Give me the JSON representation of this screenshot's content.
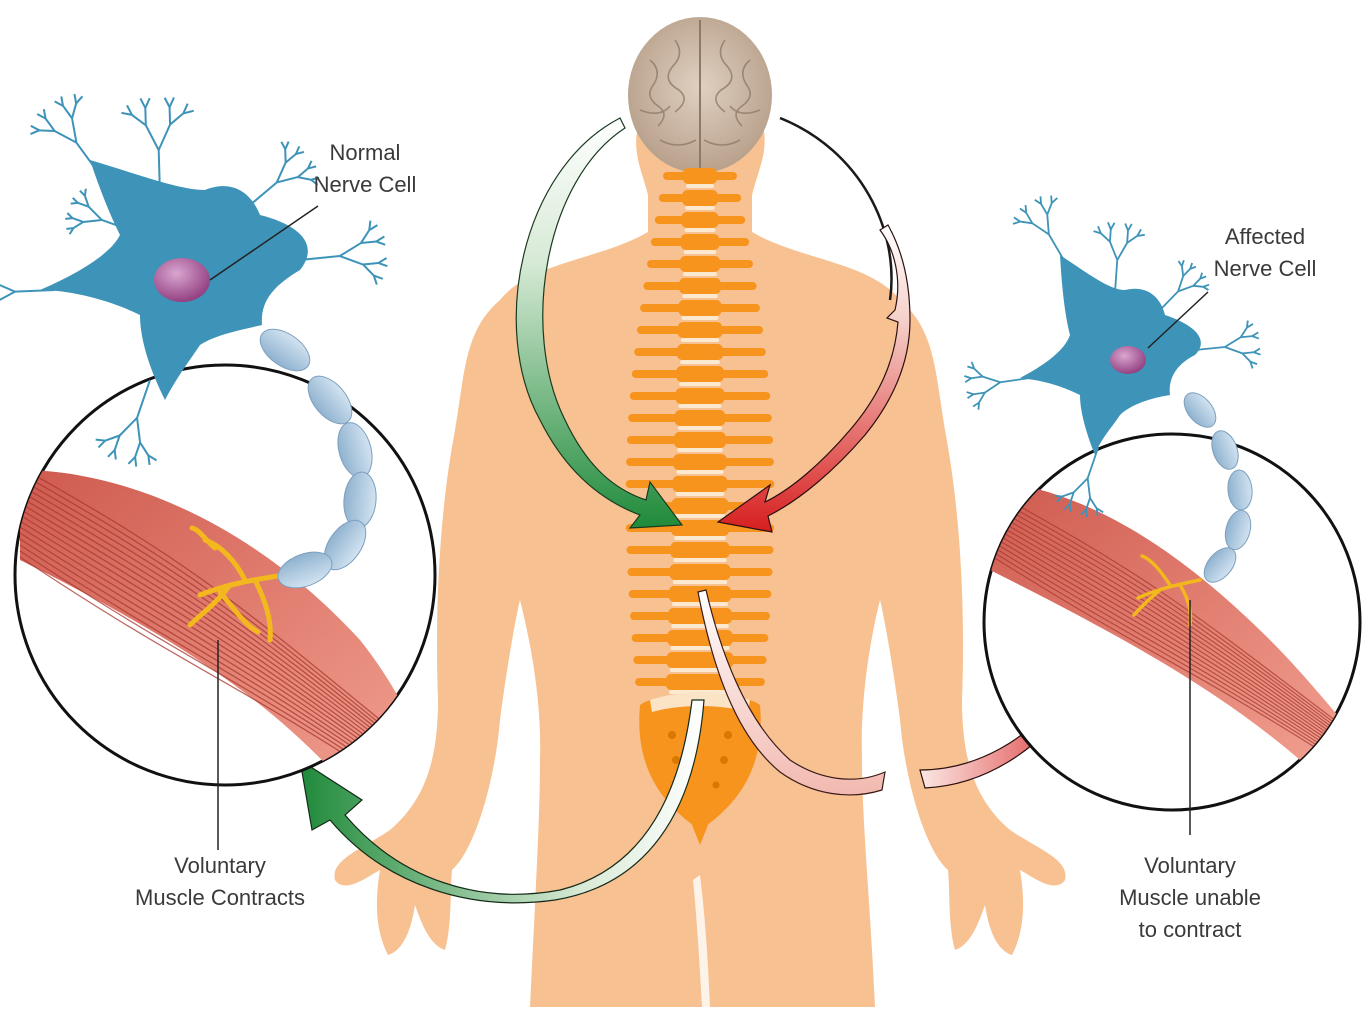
{
  "labels": {
    "normal_cell": [
      "Normal",
      "Nerve Cell"
    ],
    "affected_cell": [
      "Affected",
      "Nerve Cell"
    ],
    "left_muscle": [
      "Voluntary",
      "Muscle Contracts"
    ],
    "right_muscle": [
      "Voluntary",
      "Muscle unable",
      "to contract"
    ]
  },
  "colors": {
    "skin": "#f8c192",
    "spine": "#f7941d",
    "brain": "#c9b6a3",
    "neuron": "#3d93b8",
    "nucleus": "#9c4a86",
    "myelin": "#a9c7df",
    "muscle": "#d9675c",
    "nerve_ending": "#f6c42a",
    "arrow_green": "#2e8b3a",
    "arrow_red": "#d7201f"
  },
  "icons": {
    "body": "human-back-silhouette",
    "brain": "brain-icon",
    "spine": "spine-icon",
    "neuron_left": "neuron-icon",
    "neuron_right": "neuron-icon",
    "muscle_left": "muscle-icon",
    "muscle_right": "muscle-icon"
  }
}
